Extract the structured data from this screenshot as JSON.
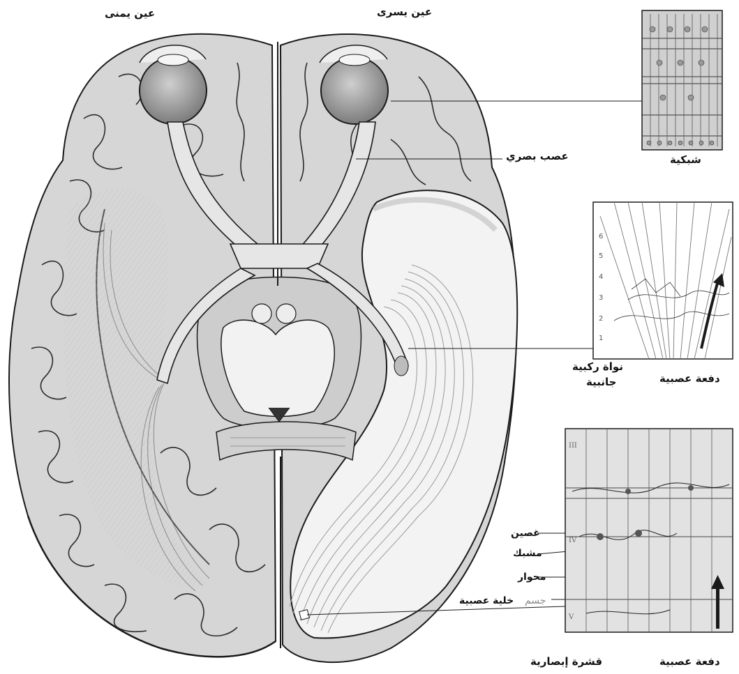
{
  "labels": {
    "right_eye": "عين يمنى",
    "left_eye": "عين يسرى",
    "retina": "شبكية",
    "optic_nerve": "عصب بصري",
    "lgn_line1": "نواة ركبية",
    "lgn_line2": "جانبية",
    "impulse_lgn": "دفعة عصبية",
    "dendrite": "غصين",
    "synapse": "مشبك",
    "axon": "محوار",
    "cell_body_prefix": "جسم",
    "cell_body": "خلية عصبية",
    "visual_cortex": "قشرة إبصارية",
    "impulse_cortex": "دفعة عصبية"
  },
  "lgn_layers": [
    "6",
    "5",
    "4",
    "3",
    "2",
    "1"
  ],
  "cortex_layers": [
    "III",
    "IV",
    "V"
  ],
  "colors": {
    "ink": "#1a1a1a",
    "brain_fill": "#d4d4d4",
    "brain_light": "#e9e9e9",
    "white_matter": "#f3f3f3"
  }
}
